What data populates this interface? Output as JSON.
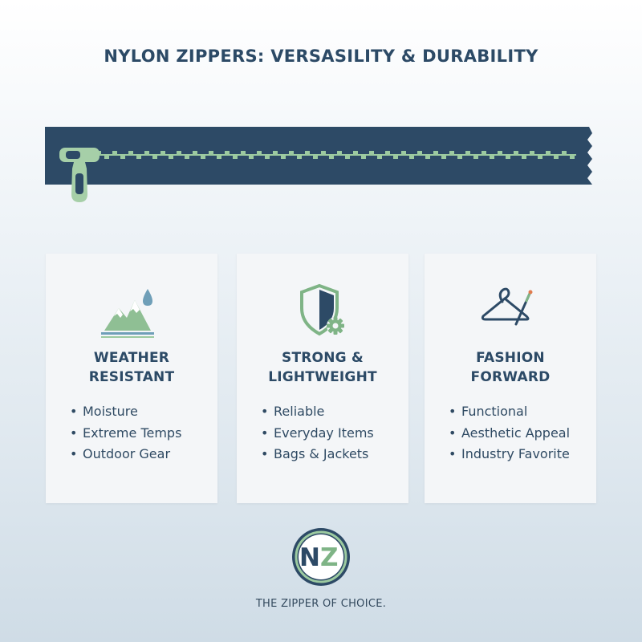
{
  "title": "NYLON ZIPPERS: VERSASILITY & DURABILITY",
  "icons": [
    "mountain-icon",
    "shield-gear-icon",
    "hanger-needle-icon"
  ],
  "colors": {
    "navy": "#2c4a66",
    "green": "#8fbf94",
    "card": "#f4f6f8"
  },
  "cards": [
    {
      "title_line1": "WEATHER",
      "title_line2": "RESISTANT",
      "items": [
        "Moisture",
        "Extreme Temps",
        "Outdoor Gear"
      ]
    },
    {
      "title_line1": "STRONG &",
      "title_line2": "LIGHTWEIGHT",
      "items": [
        "Reliable",
        "Everyday Items",
        "Bags & Jackets"
      ]
    },
    {
      "title_line1": "FASHION",
      "title_line2": "FORWARD",
      "items": [
        "Functional",
        "Aesthetic Appeal",
        "Industry Favorite"
      ]
    }
  ],
  "logo": {
    "letter1": "N",
    "letter2": "Z"
  },
  "tagline": "THE ZIPPER OF CHOICE."
}
